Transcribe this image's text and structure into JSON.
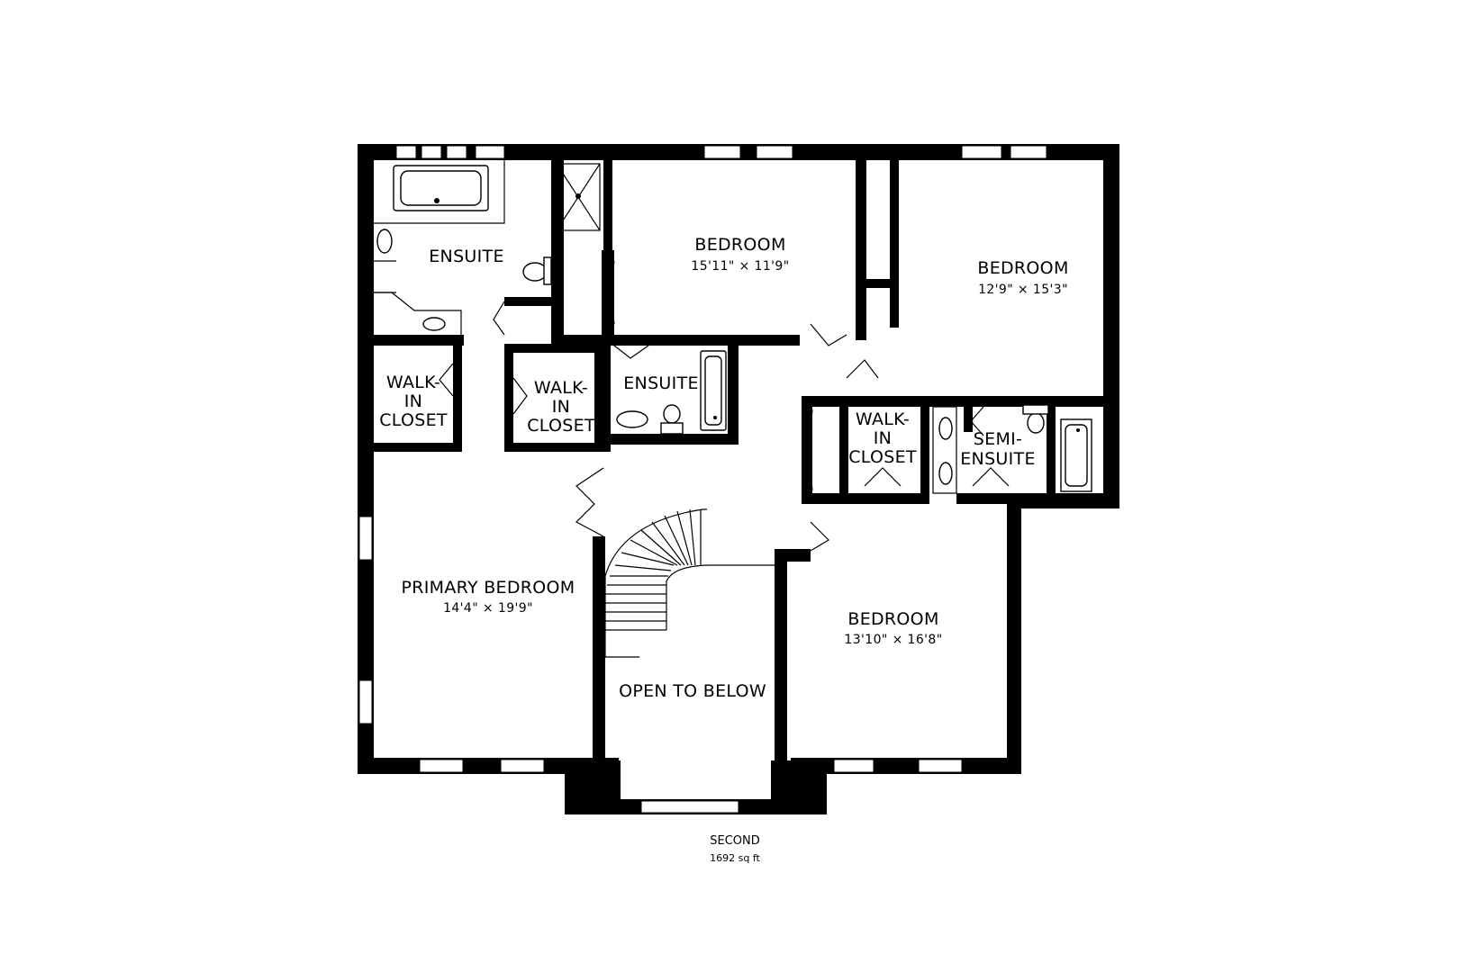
{
  "floor": {
    "name": "SECOND",
    "area": "1692 sq ft"
  },
  "rooms": [
    {
      "id": "ensuite-primary",
      "name": "ENSUITE",
      "dims": ""
    },
    {
      "id": "bedroom-north",
      "name": "BEDROOM",
      "dims": "15'11\" × 11'9\""
    },
    {
      "id": "bedroom-east",
      "name": "BEDROOM",
      "dims": "12'9\" × 15'3\""
    },
    {
      "id": "walkin-west",
      "name": "WALK-\nIN\nCLOSET",
      "lines": [
        "WALK-",
        "IN",
        "CLOSET"
      ],
      "dims": ""
    },
    {
      "id": "walkin-center",
      "name": "WALK-\nIN\nCLOSET",
      "lines": [
        "WALK-",
        "IN",
        "CLOSET"
      ],
      "dims": ""
    },
    {
      "id": "ensuite-center",
      "name": "ENSUITE",
      "dims": ""
    },
    {
      "id": "walkin-east",
      "name": "WALK-\nIN\nCLOSET",
      "lines": [
        "WALK-",
        "IN",
        "CLOSET"
      ],
      "dims": ""
    },
    {
      "id": "semi-ensuite",
      "name": "SEMI-\nENSUITE",
      "lines": [
        "SEMI-",
        "ENSUITE"
      ],
      "dims": ""
    },
    {
      "id": "primary-bedroom",
      "name": "PRIMARY BEDROOM",
      "dims": "14'4\" × 19'9\""
    },
    {
      "id": "bedroom-south",
      "name": "BEDROOM",
      "dims": "13'10\" × 16'8\""
    },
    {
      "id": "open-to-below",
      "name": "OPEN TO BELOW",
      "dims": ""
    }
  ],
  "colors": {
    "wall": "#000000",
    "background": "#ffffff"
  }
}
